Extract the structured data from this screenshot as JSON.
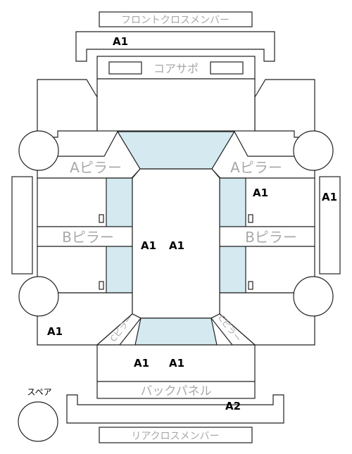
{
  "colors": {
    "glass": "#d4e9f0",
    "outline": "#222222",
    "part_label": "#a8a8a8",
    "grade_text": "#000000"
  },
  "parts": {
    "front_cross_member": "フロントクロスメンバー",
    "core_support": "コアサポ",
    "a_pillar_left": "Aピラー",
    "a_pillar_right": "Aピラー",
    "b_pillar_left": "Bピラー",
    "b_pillar_right": "Bピラー",
    "back_panel": "バックパネル",
    "rear_cross_member": "リアクロスメンバー",
    "c_pillar_left": "Cピラー",
    "c_pillar_right": "Cピラー",
    "spare": "スペア"
  },
  "grades": {
    "front_cross_member": "A1",
    "right_front_door": "A1",
    "right_side_panel": "A1",
    "roof_left": "A1",
    "roof_right": "A1",
    "left_rear_fender": "A1",
    "trunk_left": "A1",
    "trunk_right": "A1",
    "rear_cross_member": "A2"
  }
}
